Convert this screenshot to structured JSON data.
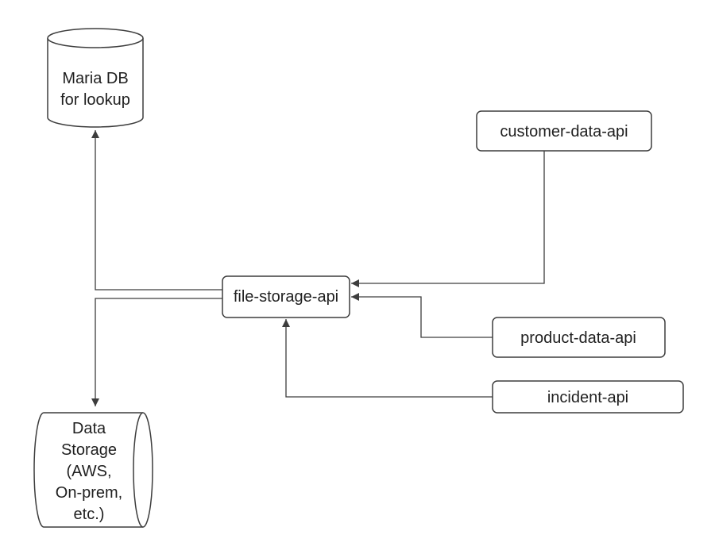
{
  "nodes": {
    "maria_db": {
      "lines": [
        "Maria DB",
        "for lookup"
      ]
    },
    "customer_data_api": {
      "label": "customer-data-api"
    },
    "file_storage_api": {
      "label": "file-storage-api"
    },
    "product_data_api": {
      "label": "product-data-api"
    },
    "incident_api": {
      "label": "incident-api"
    },
    "data_storage": {
      "lines": [
        "Data",
        "Storage",
        "(AWS,",
        "On-prem,",
        "etc.)"
      ]
    }
  },
  "colors": {
    "stroke": "#3d3d3d",
    "text": "#1f1f1f",
    "background": "#ffffff"
  }
}
